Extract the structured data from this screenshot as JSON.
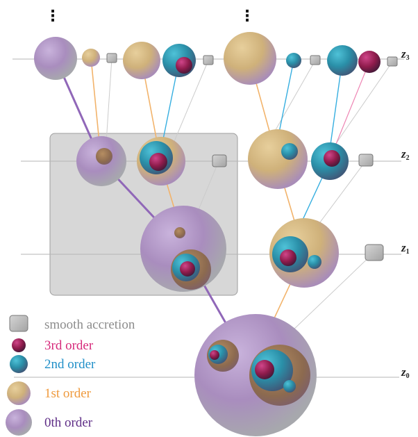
{
  "legend": {
    "smooth": "smooth accretion",
    "third": "3rd order",
    "second": "2nd order",
    "first": "1st order",
    "zeroth": "0th order"
  },
  "levels": {
    "z3": "z",
    "z3_sub": "3",
    "z2": "z",
    "z2_sub": "2",
    "z1": "z",
    "z1_sub": "1",
    "z0": "z",
    "z0_sub": "0"
  },
  "continuation_marks": [
    "⋮",
    "⋮"
  ],
  "colors": {
    "zeroth": "#a98dbe",
    "first": "#cfb17a",
    "second": "#2f9fb8",
    "third": "#9a1f4f",
    "smooth": "#b9b9b9",
    "link_zeroth": "#9067b8",
    "link_first": "#f2b36b",
    "link_second": "#35aee0",
    "link_third": "#ee86b4",
    "link_smooth": "#c8c8c8",
    "highlight_box": "#d7d7d7",
    "legend_smooth": "#8c8c8c",
    "legend_third": "#d6287a",
    "legend_second": "#1f8fc8",
    "legend_first": "#ef9a3d",
    "legend_zeroth": "#5e2d86"
  }
}
